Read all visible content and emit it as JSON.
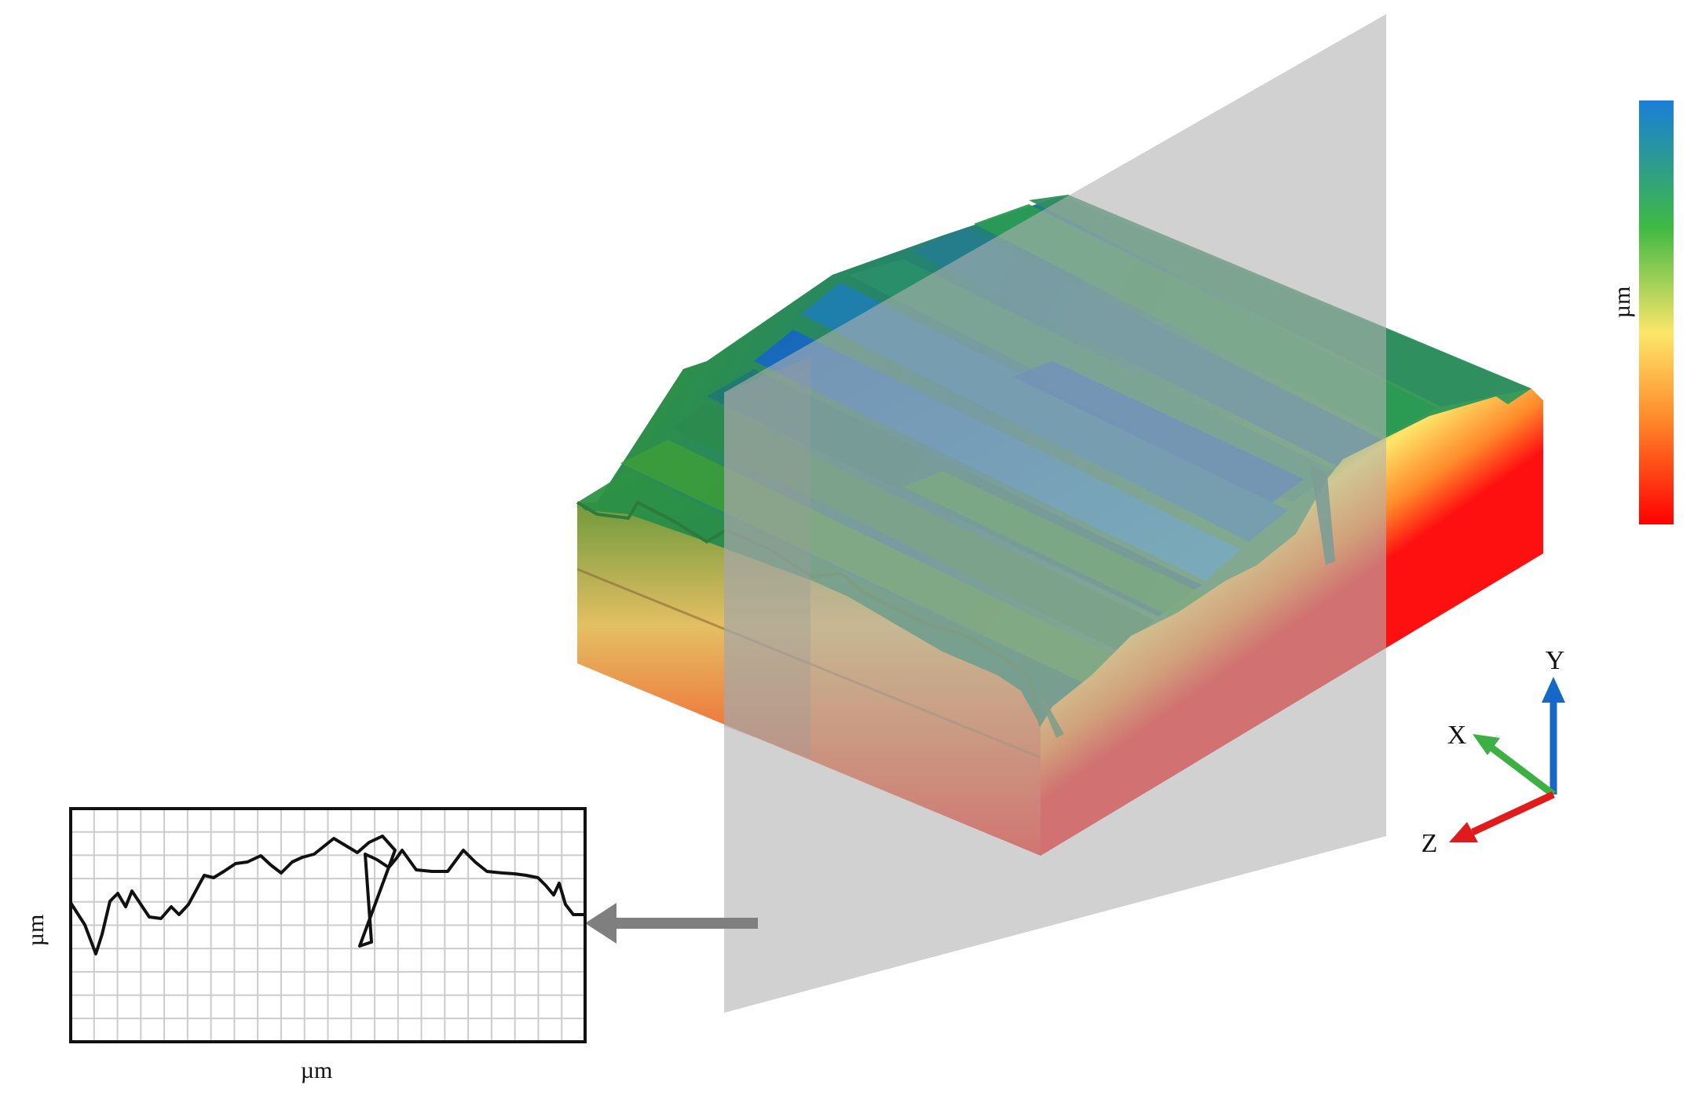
{
  "colorbar": {
    "unit_label": "µm",
    "stops": [
      "#ff0000",
      "#ff8a2a",
      "#fde66a",
      "#3fb944",
      "#1a7fd8"
    ]
  },
  "axes_triad": {
    "x_label": "X",
    "y_label": "Y",
    "z_label": "Z",
    "x_color": "#3cb043",
    "y_color": "#1668c7",
    "z_color": "#e01b1b"
  },
  "profile_plot": {
    "ylabel": "µm",
    "xlabel": "µm"
  },
  "colors": {
    "section_plane": "#b3b3b3",
    "arrow": "#7f7f7f",
    "grid": "#cccccc"
  }
}
